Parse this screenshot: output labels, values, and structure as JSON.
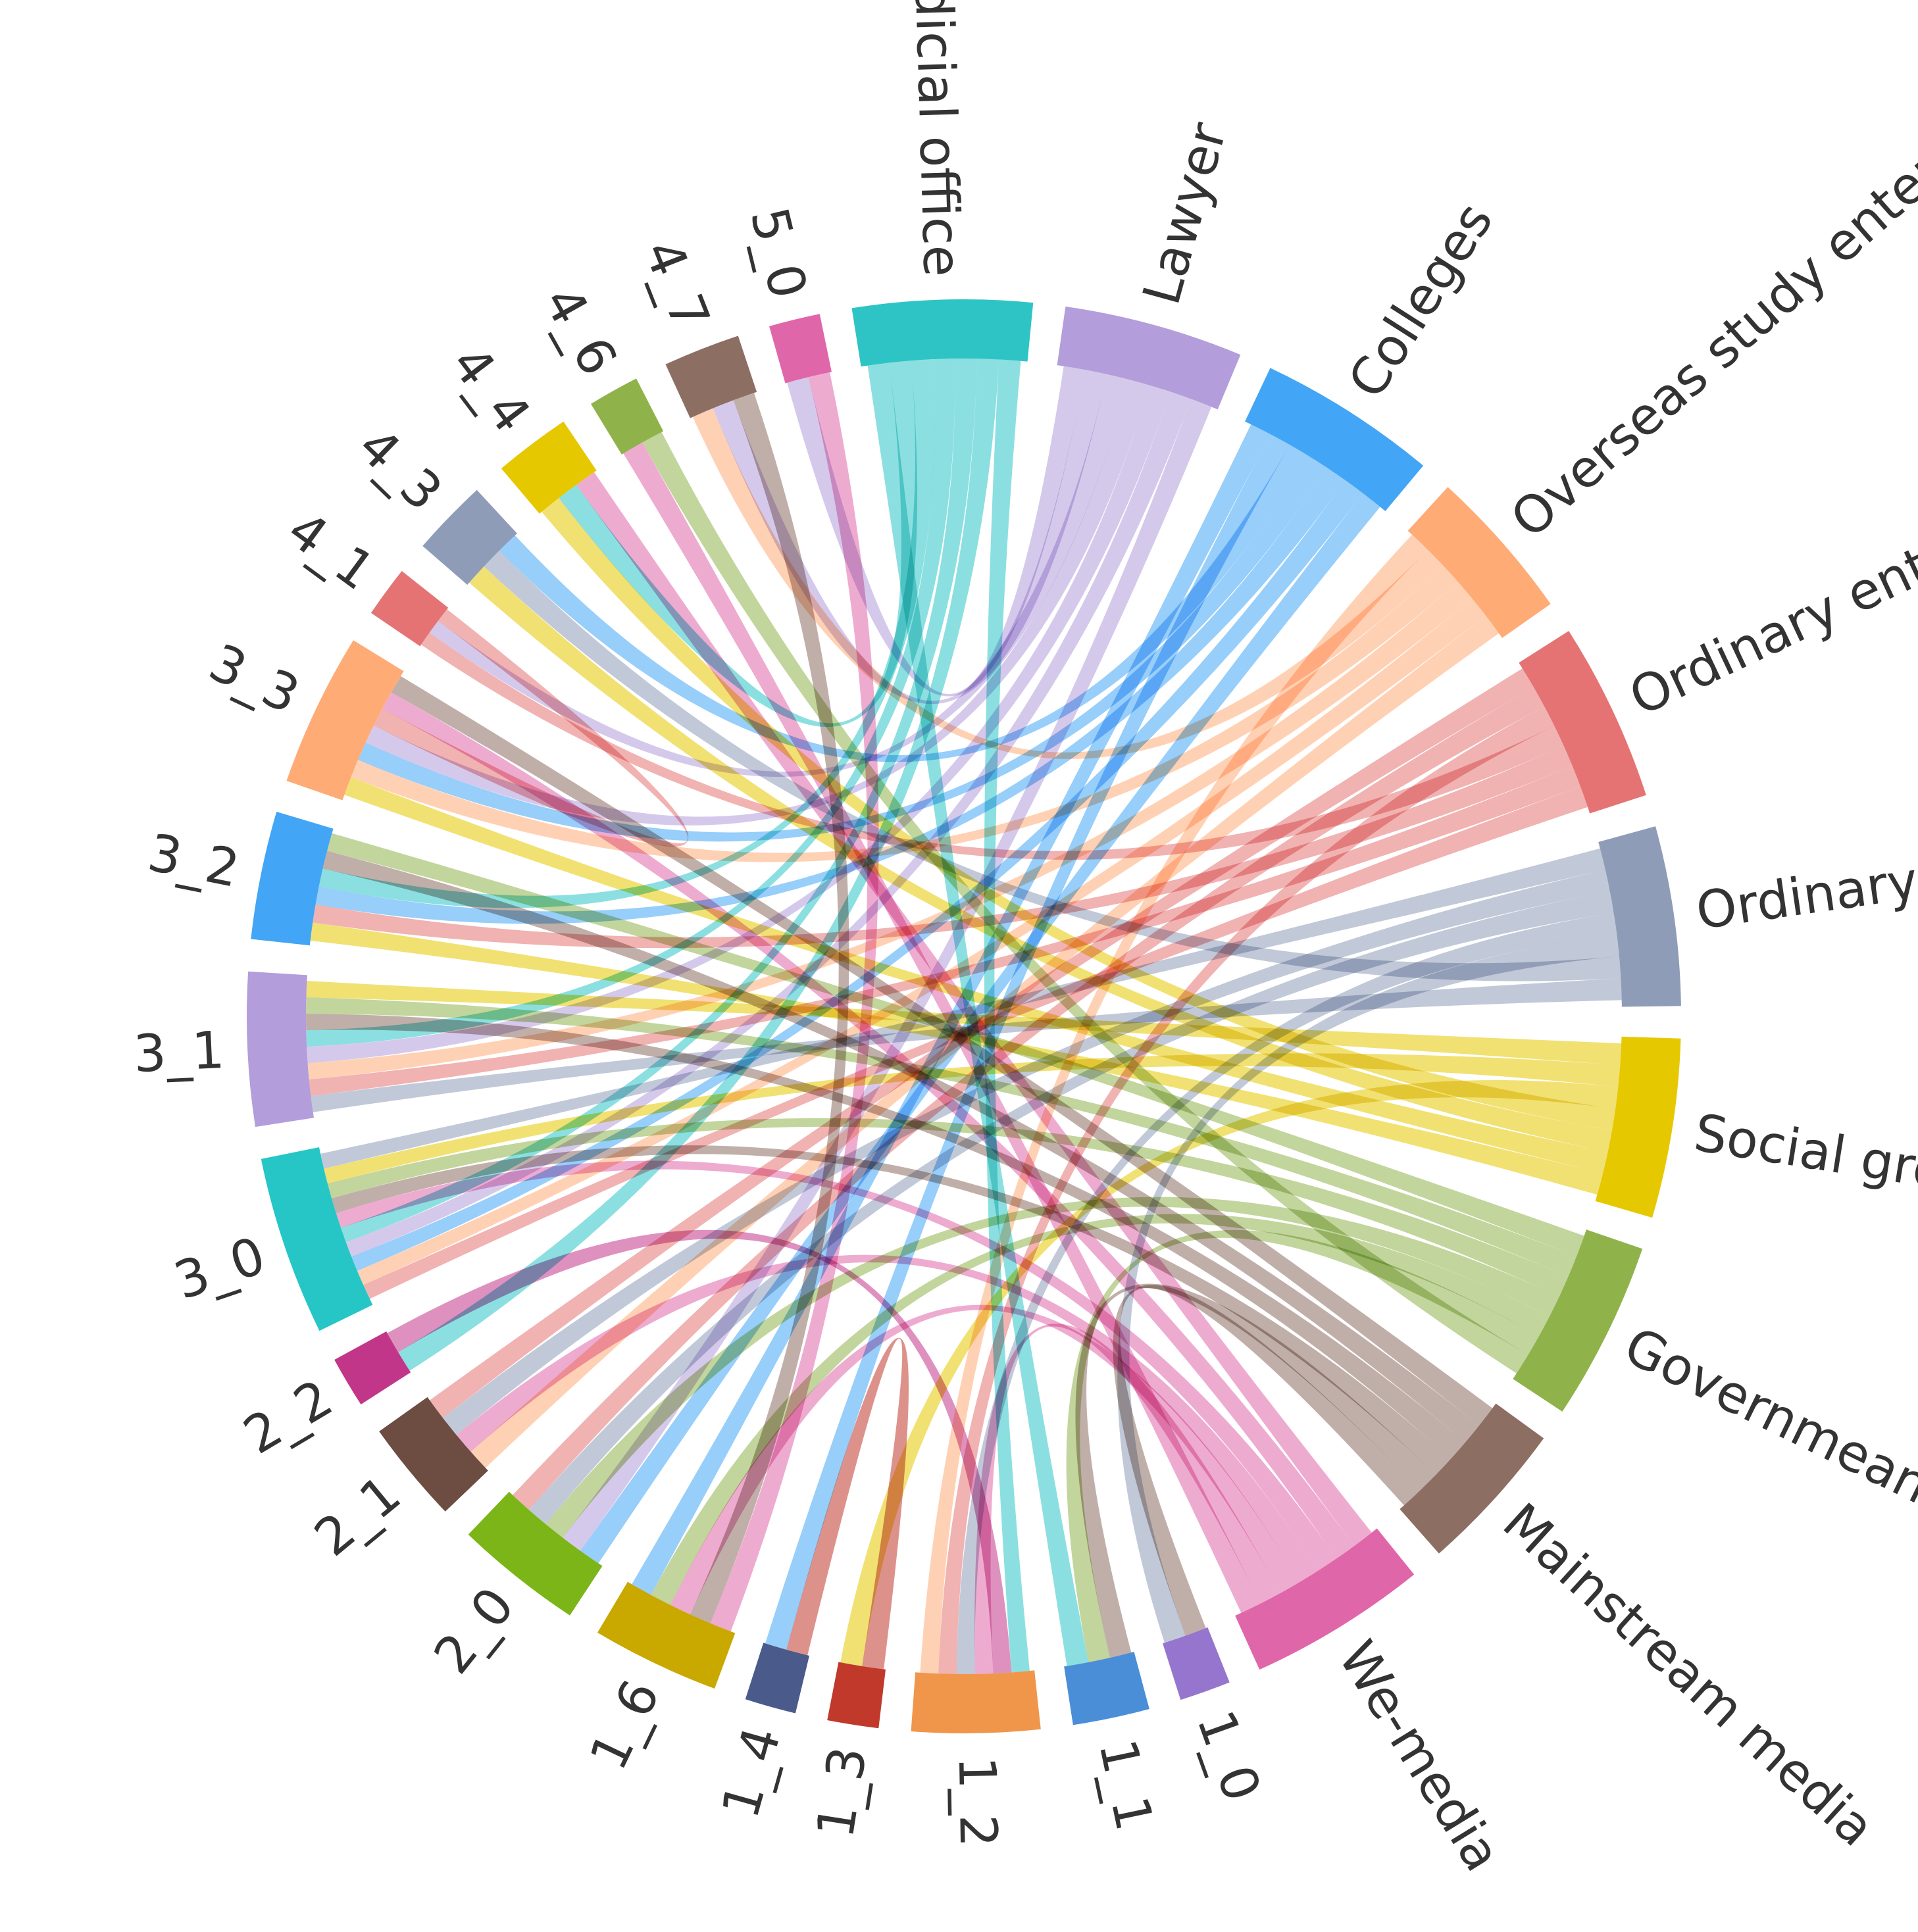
{
  "chart_data": {
    "type": "chord",
    "nodes": [
      {
        "name": "Judicial office",
        "value": 7,
        "color": "#2ec4c6"
      },
      {
        "name": "Lawyer",
        "value": 7,
        "color": "#b39ddb"
      },
      {
        "name": "Colleges",
        "value": 7,
        "color": "#42a5f5"
      },
      {
        "name": "Overseas study enterprises",
        "value": 6,
        "color": "#ffab76"
      },
      {
        "name": "Ordinary enterprise",
        "value": 7,
        "color": "#e57373"
      },
      {
        "name": "Ordinary people",
        "value": 7,
        "color": "#8e9cb8"
      },
      {
        "name": "Social groups",
        "value": 7,
        "color": "#e6c800"
      },
      {
        "name": "Governmeant sector",
        "value": 7,
        "color": "#8fb34a"
      },
      {
        "name": "Mainstream media",
        "value": 6,
        "color": "#8d6e63"
      },
      {
        "name": "We-media",
        "value": 7,
        "color": "#e066aa"
      },
      {
        "name": "1_0",
        "value": 2,
        "color": "#9575cd"
      },
      {
        "name": "1_1",
        "value": 3,
        "color": "#4a8ed8"
      },
      {
        "name": "1_2",
        "value": 5,
        "color": "#f0964a"
      },
      {
        "name": "1_3",
        "value": 2,
        "color": "#c0392b"
      },
      {
        "name": "1_4",
        "value": 2,
        "color": "#4a5a8a"
      },
      {
        "name": "1_6",
        "value": 5,
        "color": "#c9a800"
      },
      {
        "name": "2_0",
        "value": 5,
        "color": "#7cb518"
      },
      {
        "name": "2_1",
        "value": 4,
        "color": "#6d4c41"
      },
      {
        "name": "2_2",
        "value": 2,
        "color": "#c2368a"
      },
      {
        "name": "3_0",
        "value": 7,
        "color": "#26c6c6"
      },
      {
        "name": "3_1",
        "value": 6,
        "color": "#b39ddb"
      },
      {
        "name": "3_2",
        "value": 5,
        "color": "#42a5f5"
      },
      {
        "name": "3_3",
        "value": 6,
        "color": "#ffab76"
      },
      {
        "name": "4_1",
        "value": 2,
        "color": "#e57373"
      },
      {
        "name": "4_3",
        "value": 3,
        "color": "#8e9cb8"
      },
      {
        "name": "4_4",
        "value": 3,
        "color": "#e6c800"
      },
      {
        "name": "4_6",
        "value": 2,
        "color": "#8fb34a"
      },
      {
        "name": "4_7",
        "value": 3,
        "color": "#8d6e63"
      },
      {
        "name": "5_0",
        "value": 2,
        "color": "#e066aa"
      }
    ],
    "links": [
      [
        "Judicial office",
        "3_0"
      ],
      [
        "Judicial office",
        "3_1"
      ],
      [
        "Judicial office",
        "3_2"
      ],
      [
        "Judicial office",
        "1_1"
      ],
      [
        "Judicial office",
        "1_2"
      ],
      [
        "Judicial office",
        "4_4"
      ],
      [
        "Judicial office",
        "2_2"
      ],
      [
        "Lawyer",
        "3_0"
      ],
      [
        "Lawyer",
        "3_1"
      ],
      [
        "Lawyer",
        "4_1"
      ],
      [
        "Lawyer",
        "4_7"
      ],
      [
        "Lawyer",
        "5_0"
      ],
      [
        "Lawyer",
        "3_3"
      ],
      [
        "Lawyer",
        "2_0"
      ],
      [
        "Colleges",
        "3_0"
      ],
      [
        "Colleges",
        "3_2"
      ],
      [
        "Colleges",
        "1_4"
      ],
      [
        "Colleges",
        "1_6"
      ],
      [
        "Colleges",
        "2_0"
      ],
      [
        "Colleges",
        "4_3"
      ],
      [
        "Colleges",
        "3_3"
      ],
      [
        "Overseas study enterprises",
        "3_1"
      ],
      [
        "Overseas study enterprises",
        "3_3"
      ],
      [
        "Overseas study enterprises",
        "2_1"
      ],
      [
        "Overseas study enterprises",
        "4_7"
      ],
      [
        "Overseas study enterprises",
        "1_2"
      ],
      [
        "Overseas study enterprises",
        "3_0"
      ],
      [
        "Ordinary enterprise",
        "3_0"
      ],
      [
        "Ordinary enterprise",
        "3_1"
      ],
      [
        "Ordinary enterprise",
        "3_2"
      ],
      [
        "Ordinary enterprise",
        "2_0"
      ],
      [
        "Ordinary enterprise",
        "1_2"
      ],
      [
        "Ordinary enterprise",
        "4_1"
      ],
      [
        "Ordinary enterprise",
        "2_1"
      ],
      [
        "Ordinary people",
        "3_0"
      ],
      [
        "Ordinary people",
        "3_1"
      ],
      [
        "Ordinary people",
        "2_0"
      ],
      [
        "Ordinary people",
        "2_1"
      ],
      [
        "Ordinary people",
        "1_0"
      ],
      [
        "Ordinary people",
        "1_2"
      ],
      [
        "Ordinary people",
        "4_3"
      ],
      [
        "Social groups",
        "3_0"
      ],
      [
        "Social groups",
        "3_1"
      ],
      [
        "Social groups",
        "3_2"
      ],
      [
        "Social groups",
        "3_3"
      ],
      [
        "Social groups",
        "4_3"
      ],
      [
        "Social groups",
        "4_4"
      ],
      [
        "Social groups",
        "1_3"
      ],
      [
        "Governmeant sector",
        "3_0"
      ],
      [
        "Governmeant sector",
        "3_1"
      ],
      [
        "Governmeant sector",
        "3_2"
      ],
      [
        "Governmeant sector",
        "4_6"
      ],
      [
        "Governmeant sector",
        "1_6"
      ],
      [
        "Governmeant sector",
        "2_0"
      ],
      [
        "Governmeant sector",
        "1_1"
      ],
      [
        "Mainstream media",
        "3_0"
      ],
      [
        "Mainstream media",
        "3_1"
      ],
      [
        "Mainstream media",
        "3_2"
      ],
      [
        "Mainstream media",
        "3_3"
      ],
      [
        "Mainstream media",
        "1_1"
      ],
      [
        "Mainstream media",
        "1_0"
      ],
      [
        "We-media",
        "3_0"
      ],
      [
        "We-media",
        "3_3"
      ],
      [
        "We-media",
        "2_1"
      ],
      [
        "We-media",
        "1_6"
      ],
      [
        "We-media",
        "1_2"
      ],
      [
        "We-media",
        "4_4"
      ],
      [
        "We-media",
        "4_6"
      ],
      [
        "5_0",
        "1_6"
      ],
      [
        "2_2",
        "1_2"
      ],
      [
        "4_1",
        "3_3"
      ],
      [
        "1_3",
        "1_4"
      ],
      [
        "4_7",
        "1_6"
      ]
    ]
  }
}
